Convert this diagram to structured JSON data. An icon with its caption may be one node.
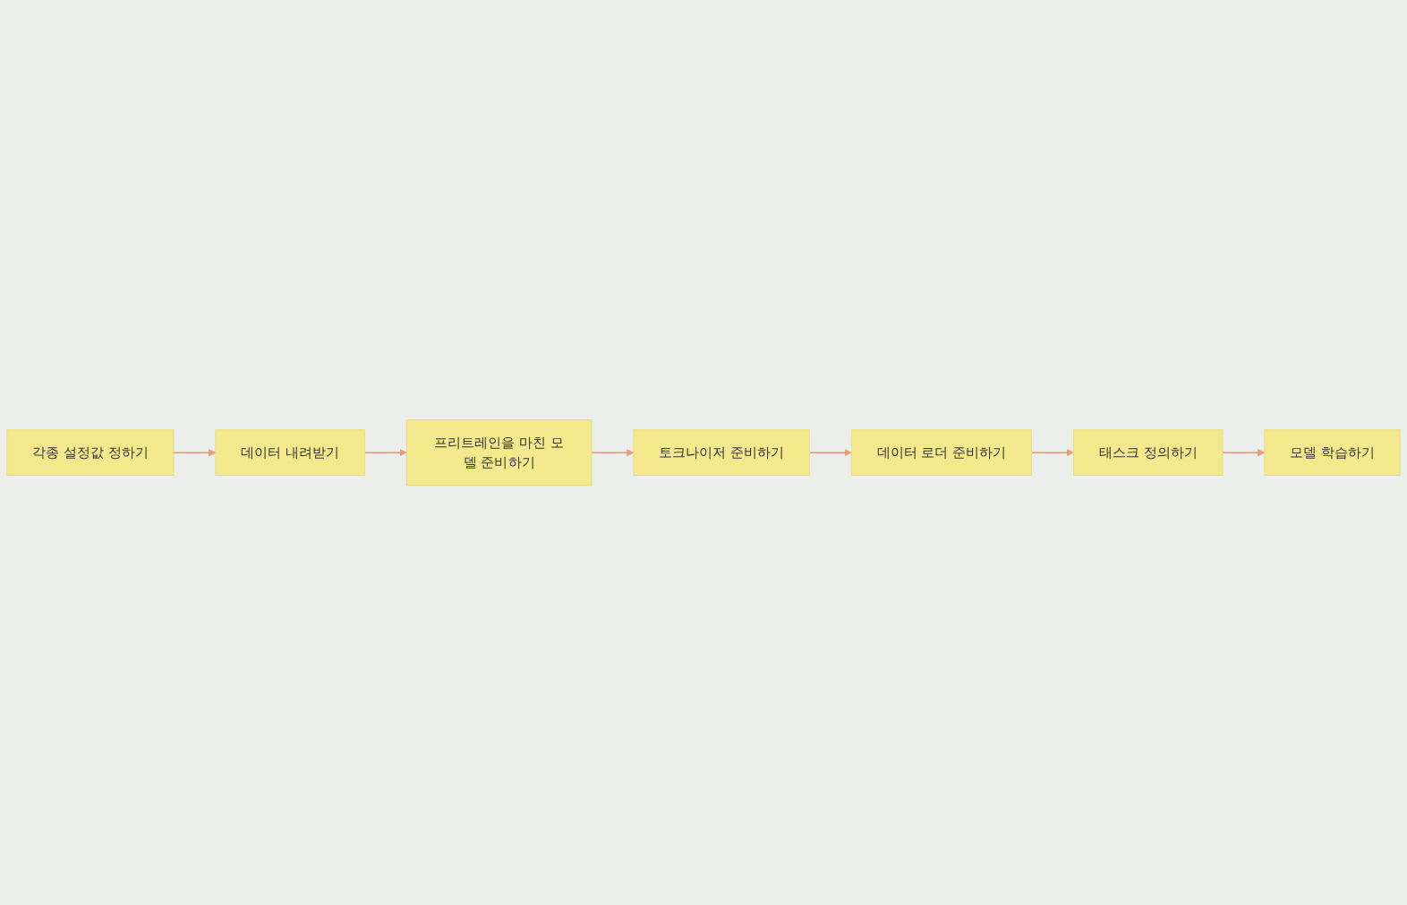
{
  "diagram": {
    "nodes": [
      {
        "text": [
          "데이터 내려받기"
        ]
      },
      {
        "text": [
          "프리트레인을 마친 모델 준비하기"
        ]
      },
      {
        "text": [
          "토크나이저 준비하기"
        ]
      },
      {
        "text": [
          "데이터 로더 준비하기"
        ]
      },
      {
        "text": [
          "태스크 정의하기"
        ]
      },
      {
        "text": [
          "모델 학습하기"
        ]
      },
      {
        "text": [
          "각종 설정값 정하기"
        ]
      }
    ],
    "edges": [
      {
        "from": 0,
        "to": 1,
        "arrow": "to"
      },
      {
        "from": 1,
        "to": 2,
        "arrow": "to"
      },
      {
        "from": 2,
        "to": 3,
        "arrow": "to"
      },
      {
        "from": 3,
        "to": 4,
        "arrow": "to"
      },
      {
        "from": 4,
        "to": 5,
        "arrow": "to"
      },
      {
        "from": 6,
        "to": 0,
        "arrow": "to"
      }
    ]
  }
}
